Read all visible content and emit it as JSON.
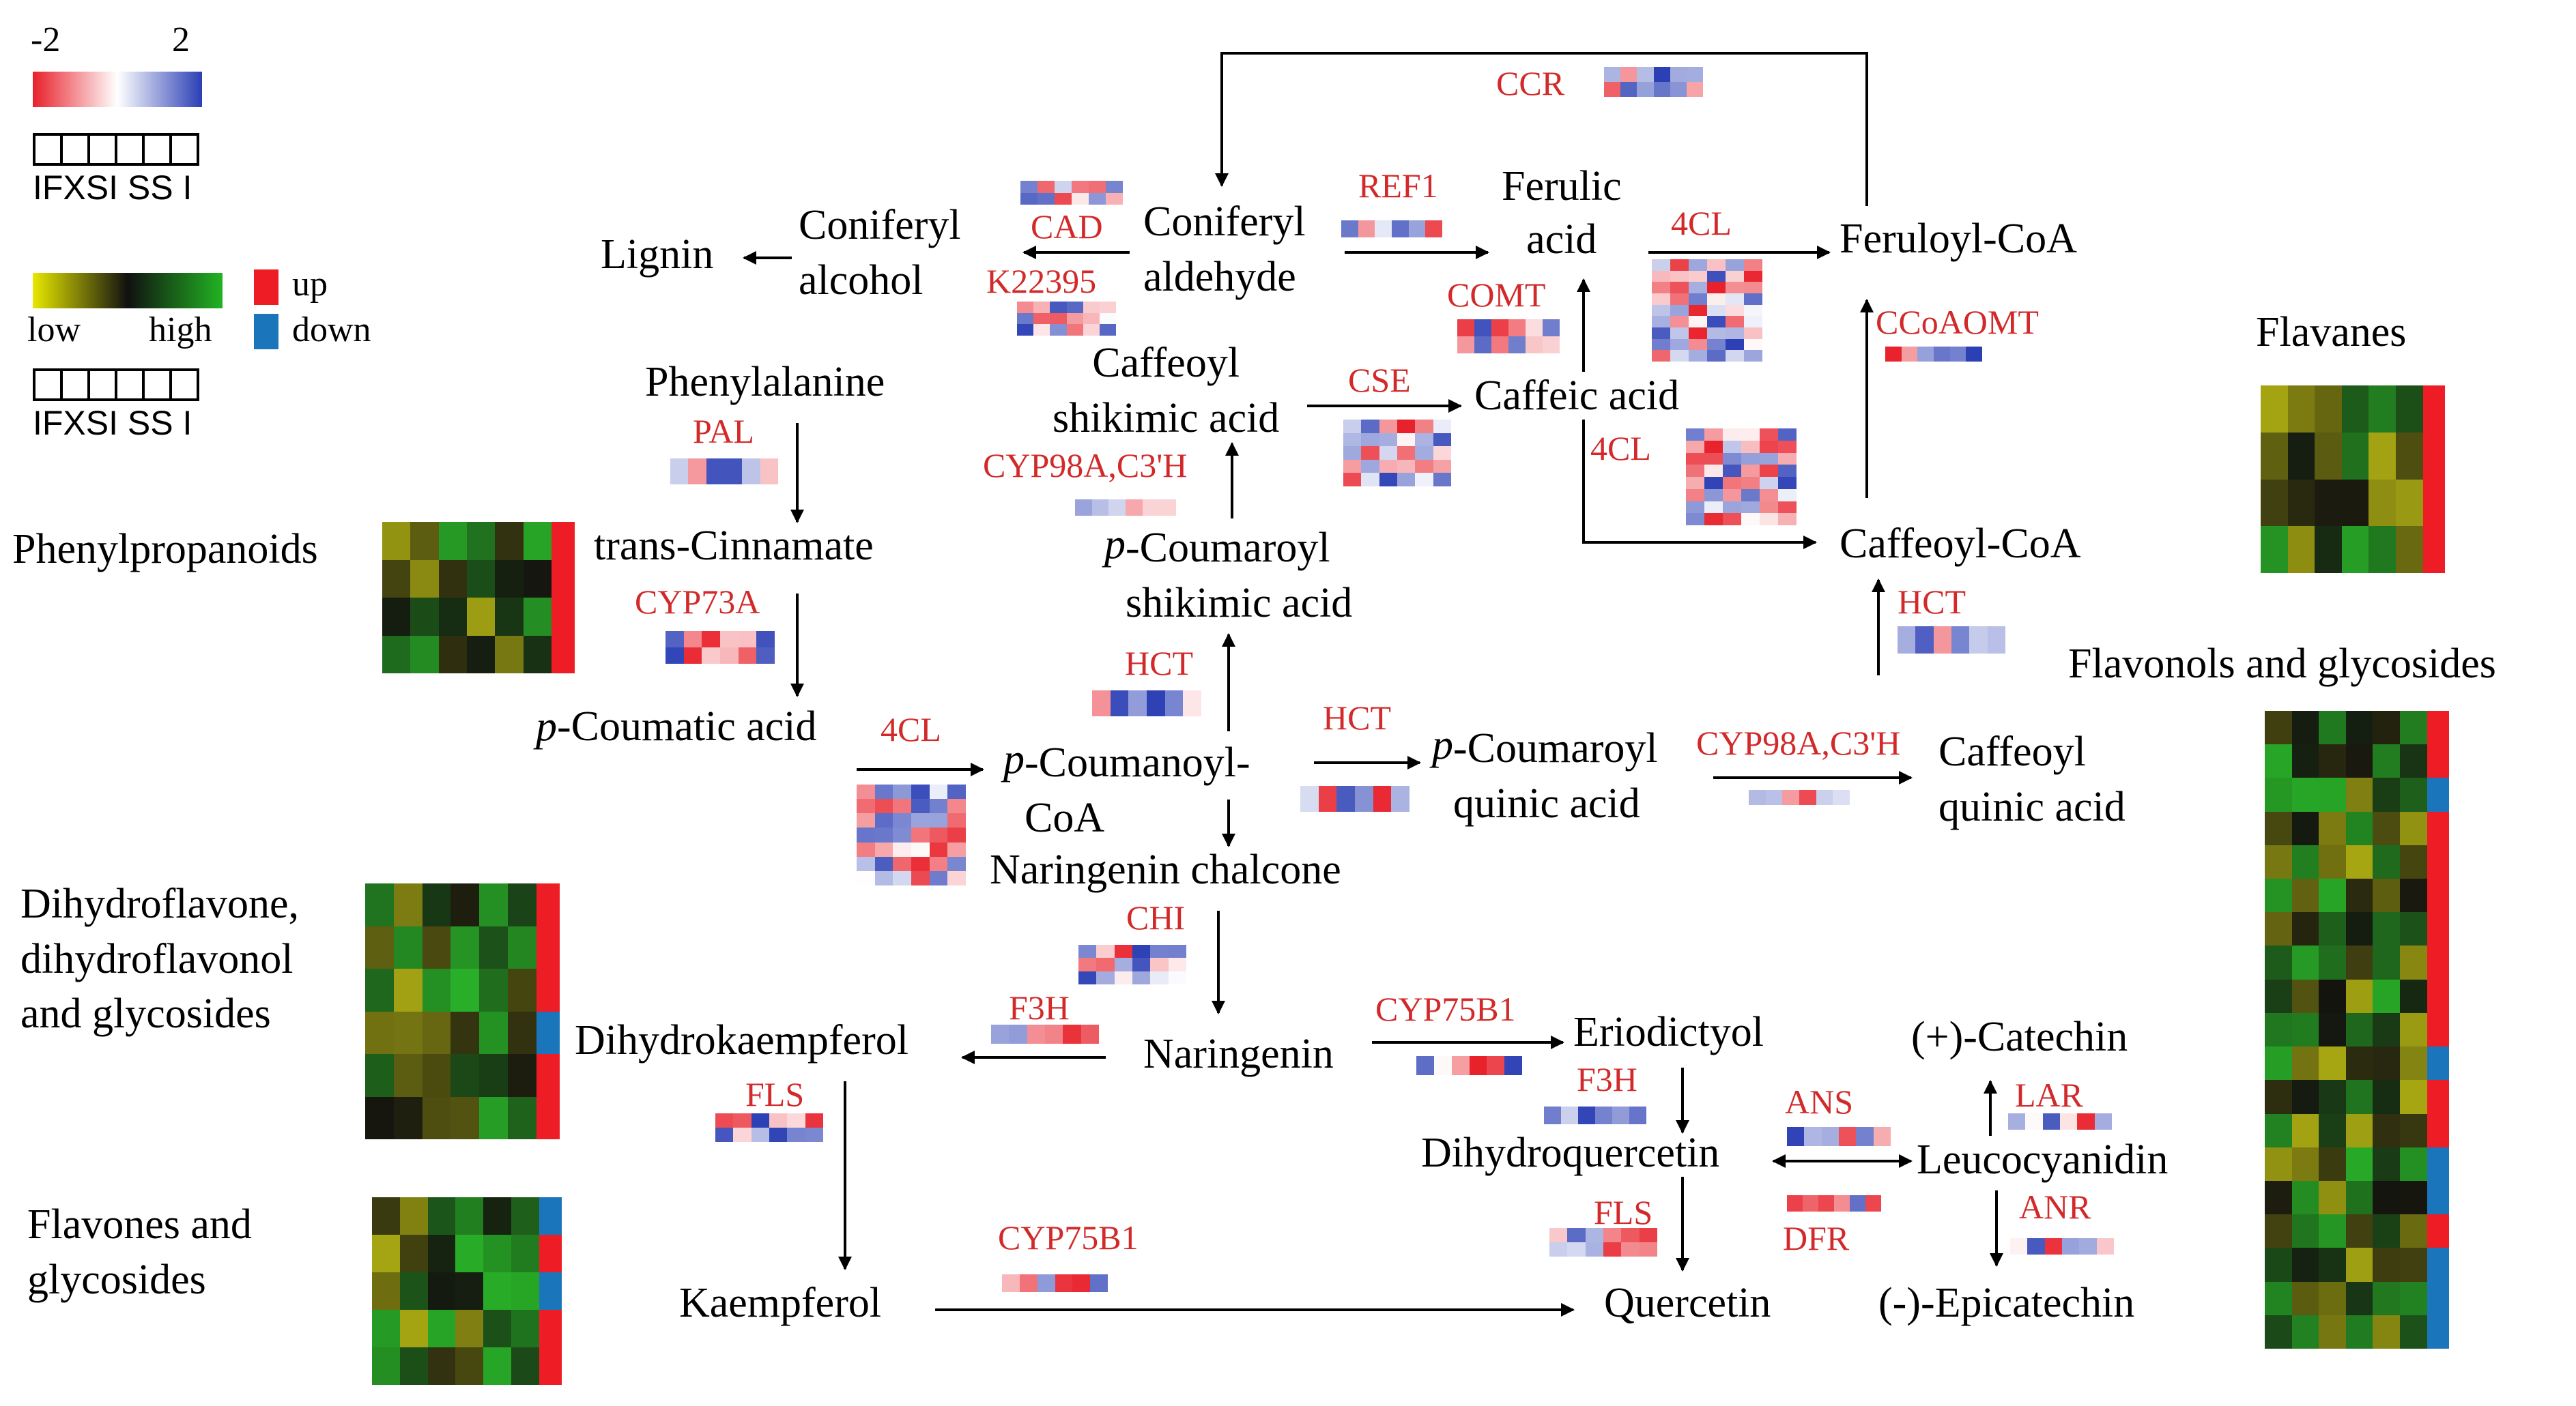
{
  "legend": {
    "fold_scale": {
      "min": "-2",
      "max": "2",
      "min_color": "#e8202a",
      "mid_color": "#ffffff",
      "max_color": "#2b3fb5"
    },
    "expression_scale": {
      "low": "low",
      "high": "high",
      "low_color": "#e8e800",
      "mid_color": "#111111",
      "high_color": "#22b322"
    },
    "sample_labels": "IFXSI SS I",
    "regulation": {
      "up": "up",
      "down": "down",
      "up_color": "#ee1c24",
      "down_color": "#1b75bb"
    }
  },
  "compounds": {
    "lignin": "Lignin",
    "coniferyl_alcohol": "Coniferyl\nalcohol",
    "coniferyl_aldehyde": "Coniferyl\naldehyde",
    "ferulic_acid": "Ferulic\nacid",
    "feruloyl_coa": "Feruloyl-CoA",
    "caffeoyl_shikimic_acid": "Caffeoyl\nshikimic acid",
    "caffeic_acid": "Caffeic acid",
    "phenylalanine": "Phenylalanine",
    "trans_cinnamate": "trans-Cinnamate",
    "p_coumaroyl_shikimic_acid_p": "p",
    "p_coumaroyl_shikimic_acid": "-Coumaroyl\nshikimic acid",
    "caffeoyl_coa": "Caffeoyl-CoA",
    "p_coumatic_acid_p": "p",
    "p_coumatic_acid": "-Coumatic acid",
    "p_coumanoyl_coa_p": "p",
    "p_coumanoyl_coa": "-Coumanoyl-\nCoA",
    "p_coumaroyl_quinic_acid_p": "p",
    "p_coumaroyl_quinic_acid": "-Coumaroyl\nquinic acid",
    "caffeoyl_quinic_acid": "Caffeoyl\nquinic acid",
    "naringenin_chalcone": "Naringenin chalcone",
    "naringenin": "Naringenin",
    "dihydrokaempferol": "Dihydrokaempferol",
    "eriodictyol": "Eriodictyol",
    "catechin": "(+)-Catechin",
    "dihydroquercetin": "Dihydroquercetin",
    "leucocyanidin": "Leucocyanidin",
    "kaempferol": "Kaempferol",
    "quercetin": "Quercetin",
    "epicatechin": "(-)-Epicatechin"
  },
  "enzymes": {
    "ccr": "CCR",
    "cad": "CAD",
    "k22395": "K22395",
    "ref1": "REF1",
    "fourcl_top": "4CL",
    "comt": "COMT",
    "ccoaomt": "CCoAOMT",
    "cse": "CSE",
    "fourcl_caffeic": "4CL",
    "cyp98a_shikimic": "CYP98A,C3'H",
    "pal": "PAL",
    "cyp73a": "CYP73A",
    "hct_shikimic": "HCT",
    "hct_caffeoyl": "HCT",
    "hct_quinic": "HCT",
    "fourcl_coumatic": "4CL",
    "cyp98a_quinic": "CYP98A,C3'H",
    "chi": "CHI",
    "f3h_left": "F3H",
    "cyp75b1_eriodictyol": "CYP75B1",
    "f3h_right": "F3H",
    "ans": "ANS",
    "lar": "LAR",
    "fls_left": "FLS",
    "cyp75b1_quercetin": "CYP75B1",
    "fls_right": "FLS",
    "dfr": "DFR",
    "anr": "ANR"
  },
  "metabolite_groups": {
    "flavanes": "Flavanes",
    "phenylpropanoids": "Phenylpropanoids",
    "flavonols": "Flavonols and glycosides",
    "dihydroflavone": "Dihydroflavone,\ndihydroflavonol\nand glycosides",
    "flavones": "Flavones and\nglycosides"
  },
  "palette": {
    "enzyme_text": "#d22a2a",
    "arrow": "#000000"
  }
}
